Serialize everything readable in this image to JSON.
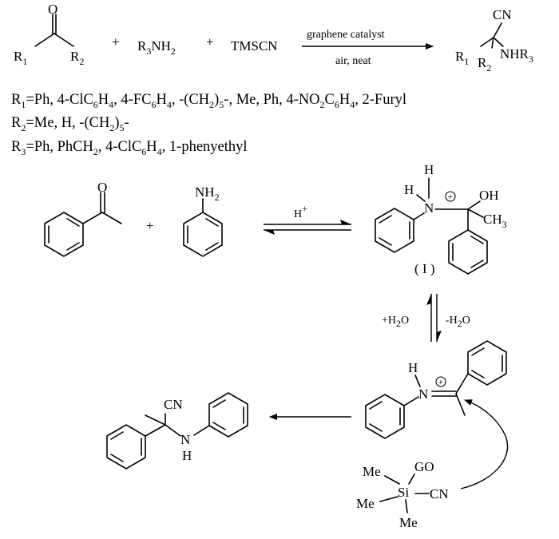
{
  "reaction": {
    "ketone": {
      "oxygen": "O",
      "r1": "R",
      "r1_sub": "1",
      "r2": "R",
      "r2_sub": "2"
    },
    "plus": "+",
    "amine": {
      "a": "R",
      "a_sub": "3",
      "b": "NH",
      "b_sub": "2"
    },
    "tmscn": "TMSCN",
    "condition_top": "graphene catalyst",
    "condition_bottom": "air, neat",
    "product": {
      "cn": "CN",
      "r1": "R",
      "r1_sub": "1",
      "r2": "R",
      "r2_sub": "2",
      "nh": "NHR",
      "nh_sub": "3"
    }
  },
  "legend": {
    "r1": {
      "sym": "R",
      "sub": "1",
      "a": "=Ph, 4-ClC",
      "a_sub": "6",
      "b": "H",
      "b_sub": "4",
      "c": ", 4-FC",
      "c_sub": "6",
      "d": "H",
      "d_sub": "4",
      "e": ", -(CH",
      "e_sub": "2",
      "f": ")",
      "f_sub": "5",
      "g": "-, Me, Ph, 4-NO",
      "g_sub": "2",
      "h": "C",
      "h_sub": "6",
      "i": "H",
      "i_sub": "4",
      "j": ", 2-Furyl"
    },
    "r2": {
      "sym": "R",
      "sub": "2",
      "a": "=Me, H, -(CH",
      "a_sub": "2",
      "b": ")",
      "b_sub": "5",
      "c": "-"
    },
    "r3": {
      "sym": "R",
      "sub": "3",
      "a": "=Ph, PhCH",
      "a_sub": "2",
      "b": ", 4-ClC",
      "b_sub": "6",
      "c": "H",
      "c_sub": "4",
      "d": ", 1-phenyethyl"
    }
  },
  "mechanism": {
    "acetophenone_o": "O",
    "plus": "+",
    "aniline_nh": "NH",
    "aniline_sub": "2",
    "acid": "H",
    "acid_sup": "+",
    "int1": {
      "h_top": "H",
      "h_left": "H",
      "n": "N",
      "charge": "+",
      "oh": "OH",
      "ch3": "CH",
      "ch3_sub": "3",
      "label": "( I )"
    },
    "water_left": "+H",
    "water_left_sub": "2",
    "water_left_o": "O",
    "water_right": "-H",
    "water_right_sub": "2",
    "water_right_o": "O",
    "iminium": {
      "h": "H",
      "n": "N",
      "charge": "+"
    },
    "reagent": {
      "go": "GO",
      "me1": "Me",
      "si": "Si",
      "cn": "CN",
      "me2": "Me",
      "me3": "Me"
    },
    "product": {
      "cn": "CN",
      "n": "N",
      "h": "H"
    }
  }
}
